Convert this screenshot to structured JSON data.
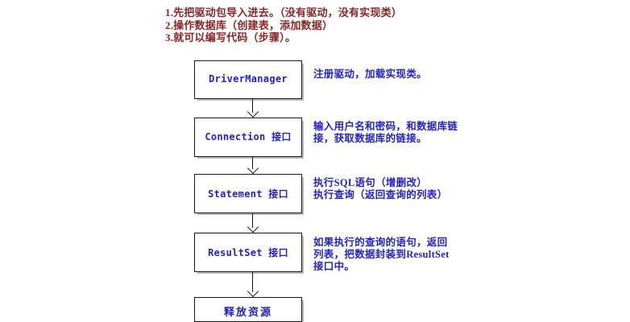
{
  "notes": {
    "lines": [
      "1.先把驱动包导入进去。（没有驱动，没有实现类）",
      "2.操作数据库（创建表，添加数据）",
      "3.就可以编写代码（步骤）。"
    ],
    "color": "#8a2626"
  },
  "diagram": {
    "box_text_color": "#2222c8",
    "box_border_color": "#1a1a1a",
    "box_shadow_color": "#b8b8b8",
    "arrow_color": "#1a1a1a",
    "annotation_color": "#2222c8",
    "nodes": [
      {
        "label": "DriverManager"
      },
      {
        "label": "Connection  接口"
      },
      {
        "label": "Statement  接口"
      },
      {
        "label": "ResultSet  接口"
      },
      {
        "label": "释放资源"
      }
    ],
    "arrows": [
      {
        "from": "DriverManager",
        "to": "Connection  接口",
        "direction": "down"
      },
      {
        "from": "Connection  接口",
        "to": "Statement  接口",
        "direction": "down"
      },
      {
        "from": "Statement  接口",
        "to": "ResultSet  接口",
        "direction": "down"
      },
      {
        "from": "ResultSet  接口",
        "to": "释放资源",
        "direction": "down"
      }
    ],
    "annotations": [
      {
        "for": "DriverManager",
        "lines": [
          "注册驱动，加载实现类。"
        ]
      },
      {
        "for": "Connection  接口",
        "lines": [
          "输入用户名和密码，和数据库链",
          "接，获取数据库的链接。"
        ]
      },
      {
        "for": "Statement  接口",
        "lines": [
          "执行SQL语句（增删改）",
          "执行查询（返回查询的列表）"
        ]
      },
      {
        "for": "ResultSet  接口",
        "lines": [
          "如果执行的查询的语句，返回",
          "列表，把数据封装到ResultSet",
          "接口中。"
        ]
      }
    ]
  }
}
